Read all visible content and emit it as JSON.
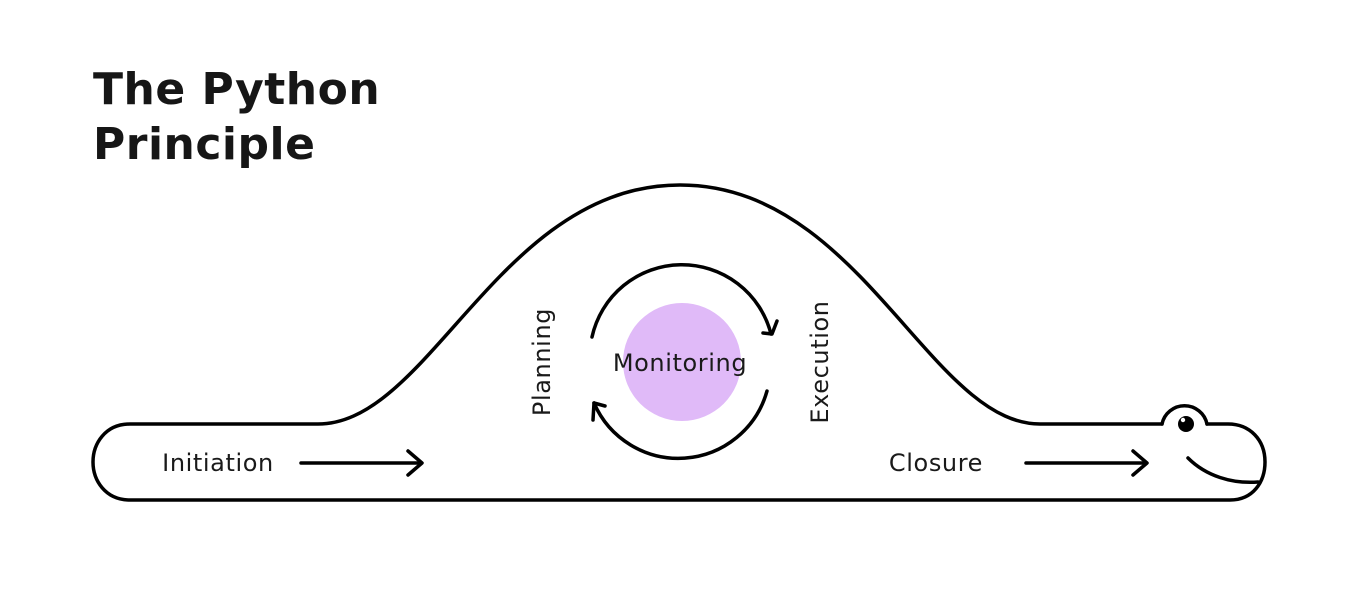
{
  "title": {
    "line1": "The Python",
    "line2": "Principle"
  },
  "phases": {
    "initiation": "Initiation",
    "planning": "Planning",
    "monitoring": "Monitoring",
    "execution": "Execution",
    "closure": "Closure"
  },
  "colors": {
    "stroke": "#000000",
    "monitoring_fill": "#e0baf8",
    "text": "#161616"
  },
  "icons": {
    "snake": "python-snake-head-icon",
    "cycle": "cycle-arrows-icon"
  }
}
